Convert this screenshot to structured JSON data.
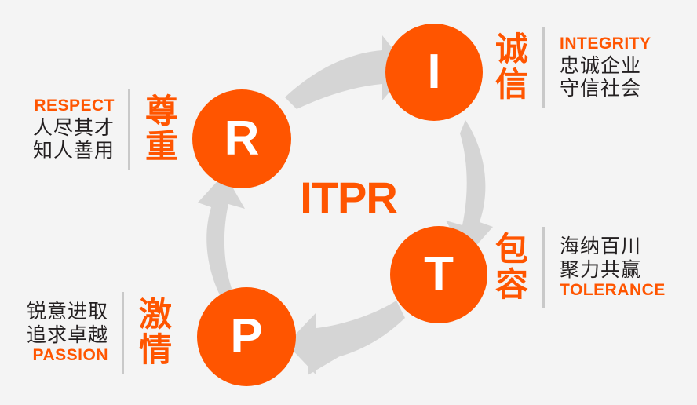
{
  "theme": {
    "background": "#f4f4f4",
    "accent_orange": "#FF5500",
    "text_dark": "#231f20",
    "arrow_gray": "#d5d5d5",
    "divider_gray": "#c9c9c9",
    "circle_letter_color": "#ffffff"
  },
  "center": {
    "acronym": "ITPR"
  },
  "nodes": [
    {
      "id": "respect",
      "letter": "R"
    },
    {
      "id": "integrity",
      "letter": "I"
    },
    {
      "id": "tolerance",
      "letter": "T"
    },
    {
      "id": "passion",
      "letter": "P"
    }
  ],
  "values": {
    "respect": {
      "english": "RESPECT",
      "line1": "人尽其才",
      "line2": "知人善用",
      "keyword_char1": "尊",
      "keyword_char2": "重"
    },
    "integrity": {
      "english": "INTEGRITY",
      "line1": "忠诚企业",
      "line2": "守信社会",
      "keyword_char1": "诚",
      "keyword_char2": "信"
    },
    "tolerance": {
      "english": "TOLERANCE",
      "line1": "海纳百川",
      "line2": "聚力共赢",
      "keyword_char1": "包",
      "keyword_char2": "容"
    },
    "passion": {
      "english": "PASSION",
      "line1": "锐意进取",
      "line2": "追求卓越",
      "keyword_char1": "激",
      "keyword_char2": "情"
    }
  },
  "arrows": [
    {
      "id": "arrow-respect-to-integrity",
      "direction": "right"
    },
    {
      "id": "arrow-integrity-to-tolerance",
      "direction": "down"
    },
    {
      "id": "arrow-tolerance-to-passion",
      "direction": "left"
    },
    {
      "id": "arrow-passion-to-respect",
      "direction": "up"
    }
  ]
}
